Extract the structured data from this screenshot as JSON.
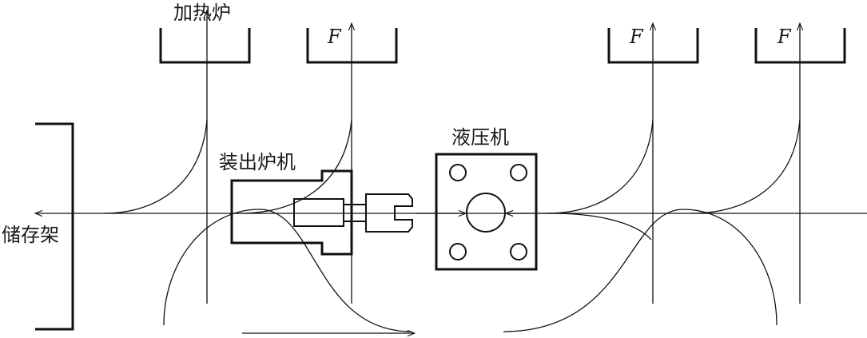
{
  "labels": {
    "furnace": "加热炉",
    "charger": "装出炉机",
    "press": "液压机",
    "storage": "储存架",
    "force_1": "F",
    "force_2": "F",
    "force_3": "F"
  }
}
